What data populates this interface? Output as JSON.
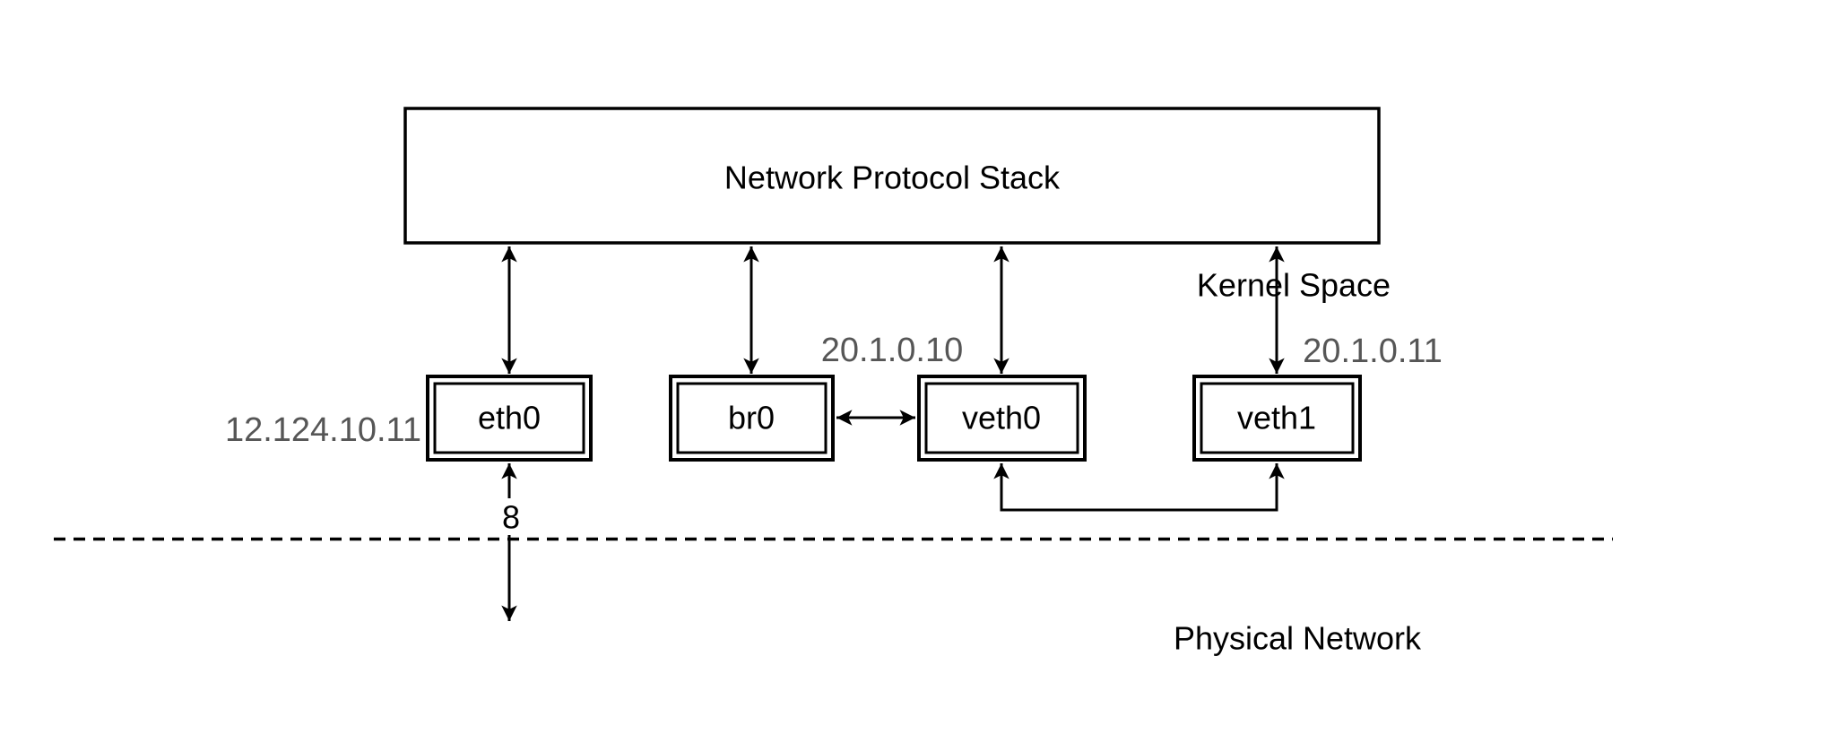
{
  "diagram": {
    "title": "Network Protocol Stack",
    "kernel_space_label": "Kernel Space",
    "physical_network_label": "Physical Network",
    "link_label": "8",
    "nodes": {
      "eth0": {
        "label": "eth0",
        "ip": "12.124.10.11"
      },
      "br0": {
        "label": "br0"
      },
      "veth0": {
        "label": "veth0",
        "ip": "20.1.0.10"
      },
      "veth1": {
        "label": "veth1",
        "ip": "20.1.0.11"
      }
    },
    "colors": {
      "line": "#000000",
      "ip_label": "#565656",
      "background": "#ffffff"
    }
  }
}
